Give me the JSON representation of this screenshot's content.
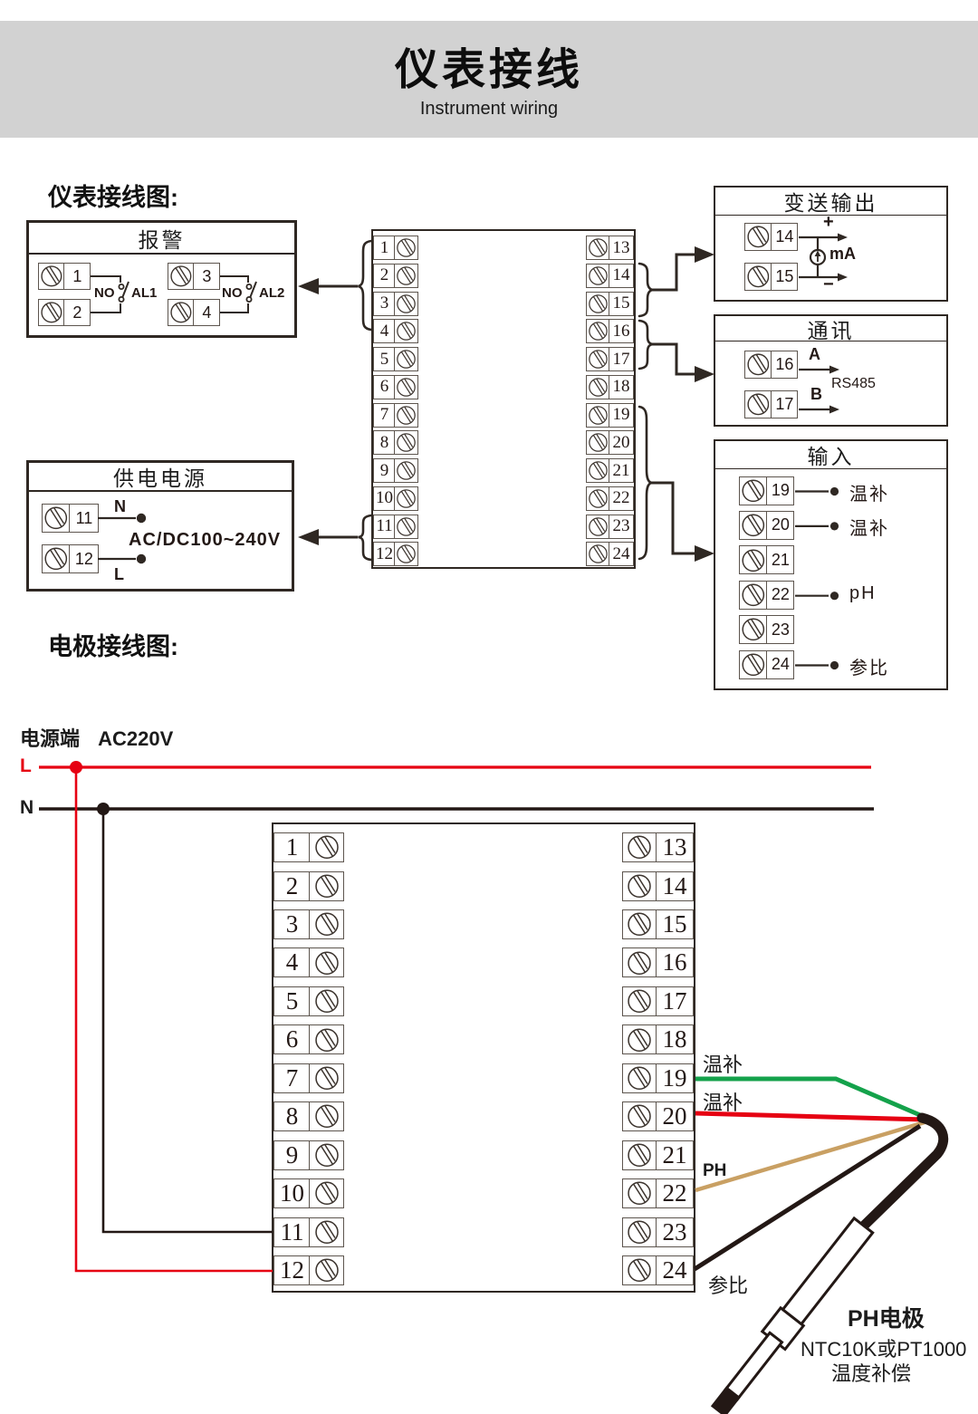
{
  "header": {
    "title": "仪表接线",
    "subtitle": "Instrument wiring"
  },
  "labels": {
    "instrument_diagram": "仪表接线图:",
    "electrode_diagram": "电极接线图:"
  },
  "alarm_box": {
    "title": "报警",
    "groups": [
      {
        "t1": "1",
        "t2": "2",
        "contact": "NO",
        "name": "AL1"
      },
      {
        "t1": "3",
        "t2": "4",
        "contact": "NO",
        "name": "AL2"
      }
    ]
  },
  "power_box": {
    "title": "供电电源",
    "t1": "11",
    "t2": "12",
    "neutral": "N",
    "live": "L",
    "voltage": "AC/DC100~240V"
  },
  "center_block": {
    "left": [
      "1",
      "2",
      "3",
      "4",
      "5",
      "6",
      "7",
      "8",
      "9",
      "10",
      "11",
      "12"
    ],
    "right": [
      "13",
      "14",
      "15",
      "16",
      "17",
      "18",
      "19",
      "20",
      "21",
      "22",
      "23",
      "24"
    ]
  },
  "transmit_box": {
    "title": "变送输出",
    "t1": "14",
    "t2": "15",
    "plus": "+",
    "minus": "−",
    "unit": "mA"
  },
  "comm_box": {
    "title": "通讯",
    "t1": "16",
    "line1": "A",
    "t2": "17",
    "line2": "B",
    "protocol": "RS485"
  },
  "input_box": {
    "title": "输入",
    "terminals": [
      {
        "num": "19",
        "label": "温补"
      },
      {
        "num": "20",
        "label": "温补"
      },
      {
        "num": "21",
        "label": ""
      },
      {
        "num": "22",
        "label": "pH"
      },
      {
        "num": "23",
        "label": ""
      },
      {
        "num": "24",
        "label": "参比"
      }
    ]
  },
  "power_line": {
    "label": "电源端",
    "voltage": "AC220V",
    "live": "L",
    "neutral": "N"
  },
  "lower_block": {
    "left": [
      "1",
      "2",
      "3",
      "4",
      "5",
      "6",
      "7",
      "8",
      "9",
      "10",
      "11",
      "12"
    ],
    "right": [
      "13",
      "14",
      "15",
      "16",
      "17",
      "18",
      "19",
      "20",
      "21",
      "22",
      "23",
      "24"
    ]
  },
  "electrode_wires": [
    {
      "terminal": "19",
      "label": "温补",
      "color": "#14a24b"
    },
    {
      "terminal": "20",
      "label": "温补",
      "color": "#e60012"
    },
    {
      "terminal": "22",
      "label": "PH",
      "color": "#c9a063"
    },
    {
      "terminal": "24",
      "label": "参比",
      "color": "#231815"
    }
  ],
  "electrode": {
    "name": "PH电极",
    "spec": "NTC10K或PT1000",
    "note": "温度补偿"
  },
  "colors": {
    "line": "#2f2823",
    "red": "#e60012",
    "green": "#14a24b",
    "tan": "#c9a063",
    "cable": "#231815",
    "band": "#d2d2d2"
  }
}
